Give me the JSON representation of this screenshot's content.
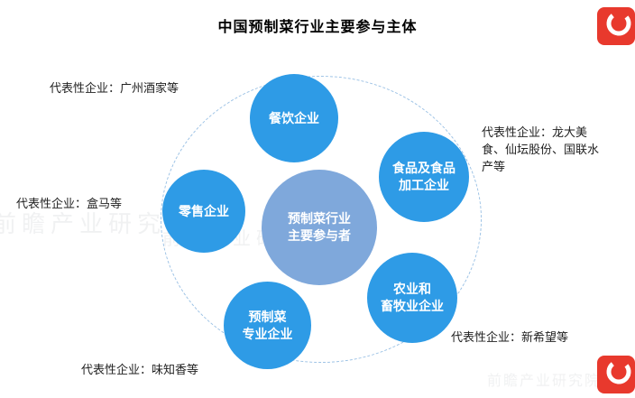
{
  "title": "中国预制菜行业主要参与主体",
  "diagram": {
    "center_label": "预制菜行业\n主要参与者",
    "nodes": [
      {
        "id": "catering",
        "label": "餐饮企业"
      },
      {
        "id": "food-processing",
        "label": "食品及食品\n加工企业"
      },
      {
        "id": "retail",
        "label": "零售企业"
      },
      {
        "id": "agriculture-livestock",
        "label": "农业和\n畜牧业企业"
      },
      {
        "id": "prepared-dish-specialist",
        "label": "预制菜\n专业企业"
      }
    ],
    "annotations": {
      "top_left": "代表性企业：广州酒家等",
      "right": "代表性企业：龙大美食、仙坛股份、国联水产等",
      "left": "代表性企业：盒马等",
      "bottom_right": "代表性企业：新希望等",
      "bottom": "代表性企业：味知香等"
    }
  },
  "watermark": {
    "text": "前瞻产业研究院"
  },
  "colors": {
    "node_blue": "#2e9be6",
    "center_blue": "#7fa8db",
    "dashed_border": "#9cc2e5",
    "logo_red": "#e8392d"
  }
}
